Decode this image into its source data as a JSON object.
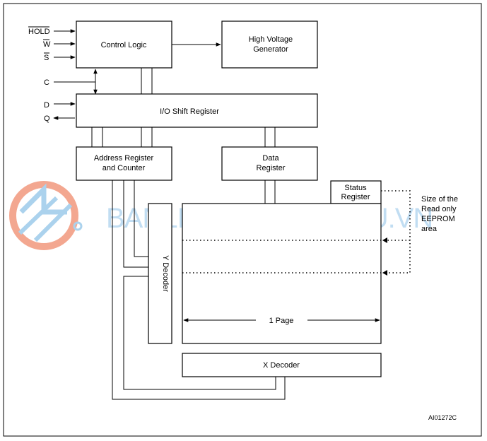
{
  "blocks": {
    "control_logic": "Control Logic",
    "high_voltage_line1": "High Voltage",
    "high_voltage_line2": "Generator",
    "io_shift_register": "I/O Shift Register",
    "address_line1": "Address Register",
    "address_line2": "and Counter",
    "data_line1": "Data",
    "data_line2": "Register",
    "status_line1": "Status",
    "status_line2": "Register",
    "y_decoder": "Y Decoder",
    "x_decoder": "X Decoder",
    "page": "1 Page"
  },
  "signals": {
    "hold": "HOLD",
    "w": "W",
    "s": "S",
    "c": "C",
    "d": "D",
    "q": "Q"
  },
  "annotation": {
    "line1": "Size of the",
    "line2": "Read only",
    "line3": "EEPROM",
    "line4": "area"
  },
  "figure_id": "AI01272C",
  "watermark": "BANLINHKIENDIENTU.VN",
  "colors": {
    "watermark_orange": "#f08a6c",
    "watermark_blue": "#8fc3e8"
  }
}
